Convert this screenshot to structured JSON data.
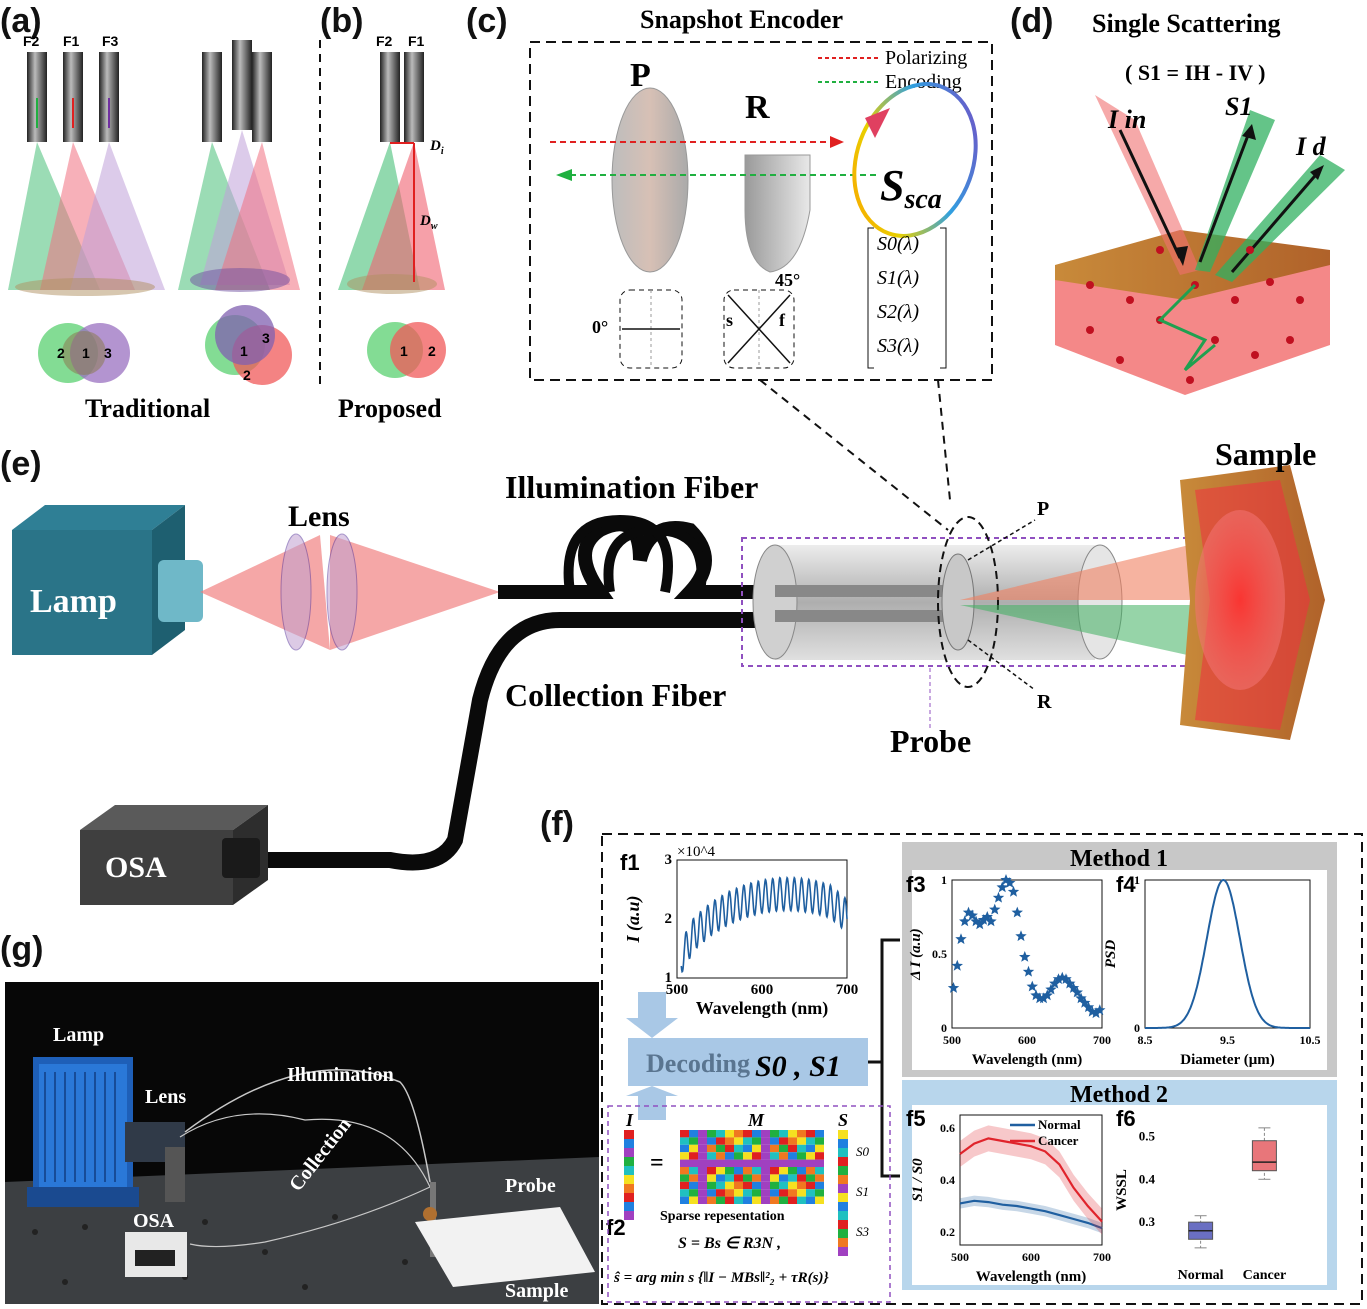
{
  "panels": {
    "a": "(a)",
    "b": "(b)",
    "c": "(c)",
    "d": "(d)",
    "e": "(e)",
    "f": "(f)",
    "g": "(g)"
  },
  "panel_a": {
    "fiber_labels": [
      "F2",
      "F1",
      "F3"
    ],
    "overlap_numbers_left": [
      "2",
      "1",
      "3"
    ],
    "overlap_numbers_right": [
      "1",
      "3",
      "2"
    ],
    "caption": "Traditional"
  },
  "panel_b": {
    "fiber_labels": [
      "F2",
      "F1"
    ],
    "di": "D",
    "di_sub": "i",
    "dw": "D",
    "dw_sub": "w",
    "overlap_numbers": [
      "1",
      "2"
    ],
    "caption": "Proposed"
  },
  "panel_c": {
    "title": "Snapshot Encoder",
    "legend": [
      "Polarizing",
      "Encoding"
    ],
    "p": "P",
    "r": "R",
    "ssca": "S",
    "ssca_sub": "sca",
    "angle_45": "45°",
    "angle_0": "0°",
    "s_label": "s",
    "f_label": "f",
    "stokes": [
      "S0(λ)",
      "S1(λ)",
      "S2(λ)",
      "S3(λ)"
    ]
  },
  "panel_d": {
    "title": "Single Scattering",
    "equation": "( S1 = IH - IV )",
    "i_in": "I in",
    "s1": "S1",
    "i_d": "I d"
  },
  "panel_e": {
    "lamp": "Lamp",
    "lens": "Lens",
    "illumination_fiber": "Illumination Fiber",
    "collection_fiber": "Collection Fiber",
    "osa": "OSA",
    "probe": "Probe",
    "sample": "Sample",
    "p": "P",
    "r": "R"
  },
  "panel_f": {
    "f1": "f1",
    "f2": "f2",
    "f3": "f3",
    "f4": "f4",
    "f5": "f5",
    "f6": "f6",
    "decoding": "Decoding",
    "decoding_vars": "S0 , S1",
    "method1": "Method 1",
    "method2": "Method 2",
    "sparse_caption": "Sparse repesentation",
    "equation1": "S = Bs ∈ R3N ,",
    "equation2": "ŝ = arg min s {‖I − MBs‖²₂ + τR(s)}",
    "matrix_labels": {
      "I": "I",
      "eq": "=",
      "M": "M",
      "S": "S",
      "s0": "S0",
      "s1": "S1",
      "s3": "S3"
    }
  },
  "panel_g": {
    "lamp": "Lamp",
    "lens": "Lens",
    "illumination": "Illumination",
    "collection": "Collection",
    "osa": "OSA",
    "probe": "Probe",
    "sample": "Sample"
  },
  "chart_data": [
    {
      "id": "f1",
      "type": "line",
      "xlabel": "Wavelength (nm)",
      "ylabel": "I (a.u)",
      "scale_note": "×10^4",
      "xlim": [
        500,
        700
      ],
      "ylim": [
        1,
        3
      ],
      "xticks": [
        "500",
        "600",
        "700"
      ],
      "yticks": [
        "1",
        "2",
        "3"
      ],
      "color": "#1f5fa0",
      "envelope": {
        "x": [
          505,
          520,
          540,
          560,
          580,
          600,
          620,
          640,
          660,
          680,
          700
        ],
        "y": [
          1.35,
          1.75,
          2.0,
          2.18,
          2.3,
          2.38,
          2.42,
          2.42,
          2.38,
          2.3,
          2.05
        ]
      },
      "oscillation_amplitude": 0.28,
      "oscillation_period_nm": 8.5
    },
    {
      "id": "f3",
      "type": "scatter",
      "xlabel": "Wavelength (nm)",
      "ylabel": "Δ I (a.u)",
      "xlim": [
        500,
        700
      ],
      "ylim": [
        0,
        1
      ],
      "xticks": [
        "500",
        "600",
        "700"
      ],
      "yticks": [
        "0",
        "0.5",
        "1"
      ],
      "color": "#1f5fa0",
      "marker": "star",
      "x": [
        502,
        507,
        512,
        517,
        522,
        527,
        532,
        537,
        542,
        547,
        552,
        557,
        562,
        567,
        572,
        577,
        582,
        587,
        592,
        597,
        602,
        607,
        612,
        617,
        622,
        627,
        632,
        637,
        642,
        647,
        652,
        657,
        662,
        667,
        672,
        677,
        682,
        687,
        692,
        697
      ],
      "y": [
        0.27,
        0.42,
        0.6,
        0.72,
        0.78,
        0.76,
        0.72,
        0.7,
        0.73,
        0.75,
        0.72,
        0.8,
        0.88,
        0.95,
        1.0,
        0.98,
        0.92,
        0.78,
        0.62,
        0.48,
        0.38,
        0.28,
        0.22,
        0.2,
        0.2,
        0.22,
        0.26,
        0.3,
        0.33,
        0.34,
        0.33,
        0.3,
        0.27,
        0.24,
        0.2,
        0.17,
        0.14,
        0.11,
        0.1,
        0.12
      ]
    },
    {
      "id": "f4",
      "type": "line",
      "xlabel": "Diameter (μm)",
      "ylabel": "PSD",
      "xlim": [
        8.5,
        10.5
      ],
      "ylim": [
        0,
        1
      ],
      "xticks": [
        "8.5",
        "9.5",
        "10.5"
      ],
      "yticks": [
        "0",
        "1"
      ],
      "color": "#1f5fa0",
      "gaussian": {
        "mean": 9.45,
        "sigma": 0.2
      }
    },
    {
      "id": "f5",
      "type": "line",
      "xlabel": "Wavelength (nm)",
      "ylabel": "S1 / S0",
      "xlim": [
        500,
        700
      ],
      "ylim": [
        0.15,
        0.65
      ],
      "xticks": [
        "500",
        "600",
        "700"
      ],
      "yticks": [
        "0.2",
        "0.4",
        "0.6"
      ],
      "x": [
        500,
        520,
        540,
        560,
        580,
        600,
        620,
        640,
        660,
        680,
        700
      ],
      "series": [
        {
          "name": "Normal",
          "color": "#1f5fa0",
          "values": [
            0.31,
            0.32,
            0.315,
            0.305,
            0.3,
            0.29,
            0.28,
            0.265,
            0.25,
            0.235,
            0.215
          ],
          "band": 0.02
        },
        {
          "name": "Cancer",
          "color": "#e0242c",
          "values": [
            0.5,
            0.54,
            0.56,
            0.55,
            0.54,
            0.53,
            0.51,
            0.46,
            0.37,
            0.3,
            0.24
          ],
          "band": 0.05
        }
      ]
    },
    {
      "id": "f6",
      "type": "box",
      "ylabel": "WSSL",
      "ylim": [
        0.2,
        0.55
      ],
      "yticks": [
        "0.3",
        "0.4",
        "0.5"
      ],
      "categories": [
        "Normal",
        "Cancer"
      ],
      "boxes": [
        {
          "name": "Normal",
          "color": "#6a6fc2",
          "min": 0.24,
          "q1": 0.26,
          "median": 0.28,
          "q3": 0.3,
          "max": 0.315
        },
        {
          "name": "Cancer",
          "color": "#e8767a",
          "min": 0.4,
          "q1": 0.42,
          "median": 0.44,
          "q3": 0.49,
          "max": 0.52
        }
      ]
    }
  ]
}
